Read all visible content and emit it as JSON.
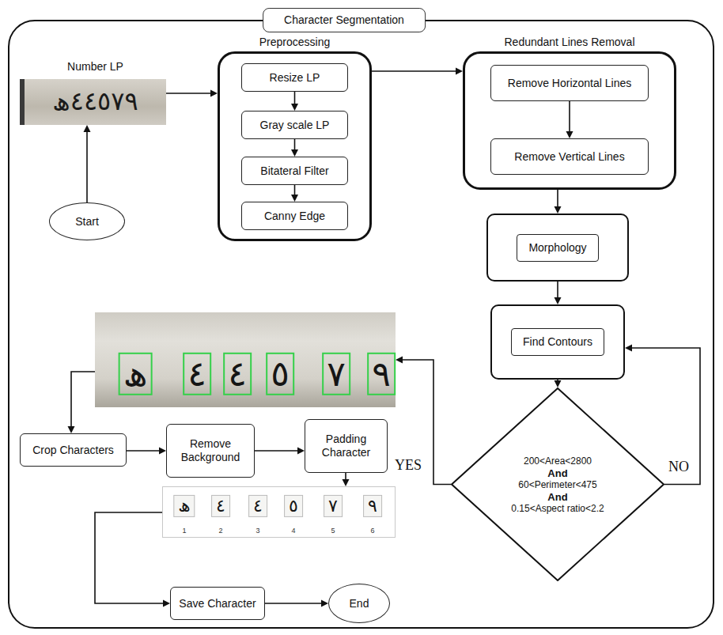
{
  "diagram": {
    "nodes": [
      {
        "text": [
          "Character Segmentation"
        ]
      },
      {
        "text": [
          "Number LP",
          "ھ٤٤٥٧٩"
        ],
        "in": 0
      },
      {
        "text": [
          "Start"
        ],
        "in": 0
      },
      {
        "text": [
          "Preprocessing"
        ],
        "in": 0
      },
      {
        "text": [
          "Resize LP"
        ],
        "in": 3
      },
      {
        "text": [
          "Gray scale LP"
        ],
        "in": 3
      },
      {
        "text": [
          "Bitateral Filter"
        ],
        "in": 3
      },
      {
        "text": [
          "Canny Edge"
        ],
        "in": 3
      },
      {
        "text": [
          "Redundant Lines Removal"
        ],
        "in": 0
      },
      {
        "text": [
          "Remove Horizontal Lines"
        ],
        "in": 8
      },
      {
        "text": [
          "Remove Vertical Lines"
        ],
        "in": 8
      },
      {
        "text": [
          "Morphology"
        ],
        "in": 0
      },
      {
        "text": [
          "Find Contours"
        ],
        "in": 0
      },
      {
        "text": [
          "200<Area<2800",
          "And",
          "60<Perimeter<475",
          "And",
          "0.15<Aspect ratio<2.2"
        ],
        "in": 0
      },
      {
        "text": [
          "ھ",
          "٤",
          "٤",
          "٥",
          "٧",
          "٩"
        ],
        "in": 0
      },
      {
        "text": [
          "Crop Characters"
        ],
        "in": 0
      },
      {
        "text": [
          "Remove Background"
        ],
        "in": 0
      },
      {
        "text": [
          "Padding Character"
        ],
        "in": 0
      },
      {
        "text": [
          "ھ",
          "٤",
          "٤",
          "٥",
          "٧",
          "٩",
          "1",
          "2",
          "3",
          "4",
          "5",
          "6"
        ],
        "in": 0
      },
      {
        "text": [
          "Save Character"
        ],
        "in": 0
      },
      {
        "text": [
          "End"
        ],
        "in": 0
      }
    ],
    "edges": [
      {
        "from": 2,
        "to": 1,
        "arrow": "to"
      },
      {
        "from": 1,
        "to": 3,
        "arrow": "to"
      },
      {
        "from": 4,
        "to": 5,
        "arrow": "to"
      },
      {
        "from": 5,
        "to": 6,
        "arrow": "to"
      },
      {
        "from": 6,
        "to": 7,
        "arrow": "to"
      },
      {
        "from": 3,
        "to": 8,
        "arrow": "to"
      },
      {
        "from": 9,
        "to": 10,
        "arrow": "to"
      },
      {
        "from": 8,
        "to": 11,
        "arrow": "to"
      },
      {
        "from": 11,
        "to": 12,
        "arrow": "to"
      },
      {
        "from": 12,
        "to": 13,
        "arrow": "to"
      },
      {
        "from": 13,
        "to": 12,
        "label": "NO",
        "arrow": "to"
      },
      {
        "from": 13,
        "to": 14,
        "label": "YES",
        "arrow": "to"
      },
      {
        "from": 14,
        "to": 15,
        "arrow": "to"
      },
      {
        "from": 15,
        "to": 16,
        "arrow": "to"
      },
      {
        "from": 16,
        "to": 17,
        "arrow": "to"
      },
      {
        "from": 17,
        "to": 18,
        "arrow": "to"
      },
      {
        "from": 18,
        "to": 19,
        "arrow": "to"
      },
      {
        "from": 19,
        "to": 20,
        "arrow": "to"
      }
    ]
  }
}
